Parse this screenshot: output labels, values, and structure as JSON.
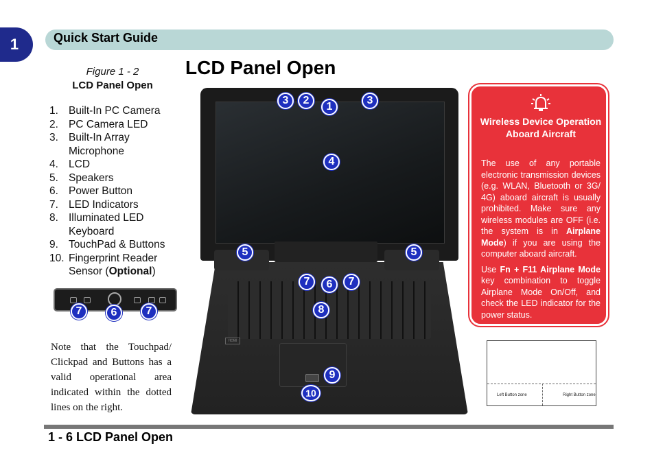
{
  "chapter_number": "1",
  "header": {
    "title": "Quick Start Guide"
  },
  "figure": {
    "number": "Figure 1 - 2",
    "name": "LCD Panel Open"
  },
  "main_title": "LCD Panel Open",
  "legend": [
    {
      "num": "1.",
      "text": "Built-In PC Camera"
    },
    {
      "num": "2.",
      "text": "PC Camera LED"
    },
    {
      "num": "3.",
      "text": "Built-In Array Microphone"
    },
    {
      "num": "4.",
      "text": "LCD"
    },
    {
      "num": "5.",
      "text": "Speakers"
    },
    {
      "num": "6.",
      "text": "Power Button"
    },
    {
      "num": "7.",
      "text": "LED Indicators"
    },
    {
      "num": "8.",
      "text": "Illuminated LED Keyboard"
    },
    {
      "num": "9.",
      "text": "TouchPad & Buttons"
    },
    {
      "num": "10.",
      "text_before": "Fingerprint Reader Sensor (",
      "text_bold": "Optional",
      "text_after": ")"
    }
  ],
  "strip_callouts": {
    "left": "7",
    "center": "6",
    "right": "7"
  },
  "laptop_callouts": {
    "c3a": "3",
    "c2": "2",
    "c1": "1",
    "c3b": "3",
    "c4": "4",
    "c5a": "5",
    "c5b": "5",
    "c7a": "7",
    "c6": "6",
    "c7b": "7",
    "c8": "8",
    "c9": "9",
    "c10": "10"
  },
  "laptop_hdmi_label": "HDMI",
  "note": "Note that the Touchpad/ Clickpad and Buttons has a valid operational area indicated within the dotted lines on the right.",
  "warning": {
    "icon": "airplane-alert-icon",
    "title": "Wireless Device Operation Aboard Aircraft",
    "p1_a": "The use of any portable electronic transmission devices (e.g. WLAN, Bluetooth or 3G/ 4G) aboard aircraft is usually prohibited. Make sure any wireless modules are OFF (i.e. the system is in ",
    "p1_bold": "Airplane Mode",
    "p1_b": ") if you are using the computer aboard aircraft.",
    "p2_a": "Use ",
    "p2_bold": "Fn + F11 Airplane Mode",
    "p2_b": " key combination to toggle Airplane Mode On/Off, and check the LED indicator for the power status.",
    "color": "#e8323a"
  },
  "touchpad_zones": {
    "left": "Left Button zone",
    "right": "Right Button zone"
  },
  "footer": {
    "text": "1 - 6 LCD Panel Open"
  },
  "colors": {
    "chapter_tab": "#1f2a8c",
    "header_bar": "#b9d7d6",
    "callout": "#1e2fbf"
  }
}
